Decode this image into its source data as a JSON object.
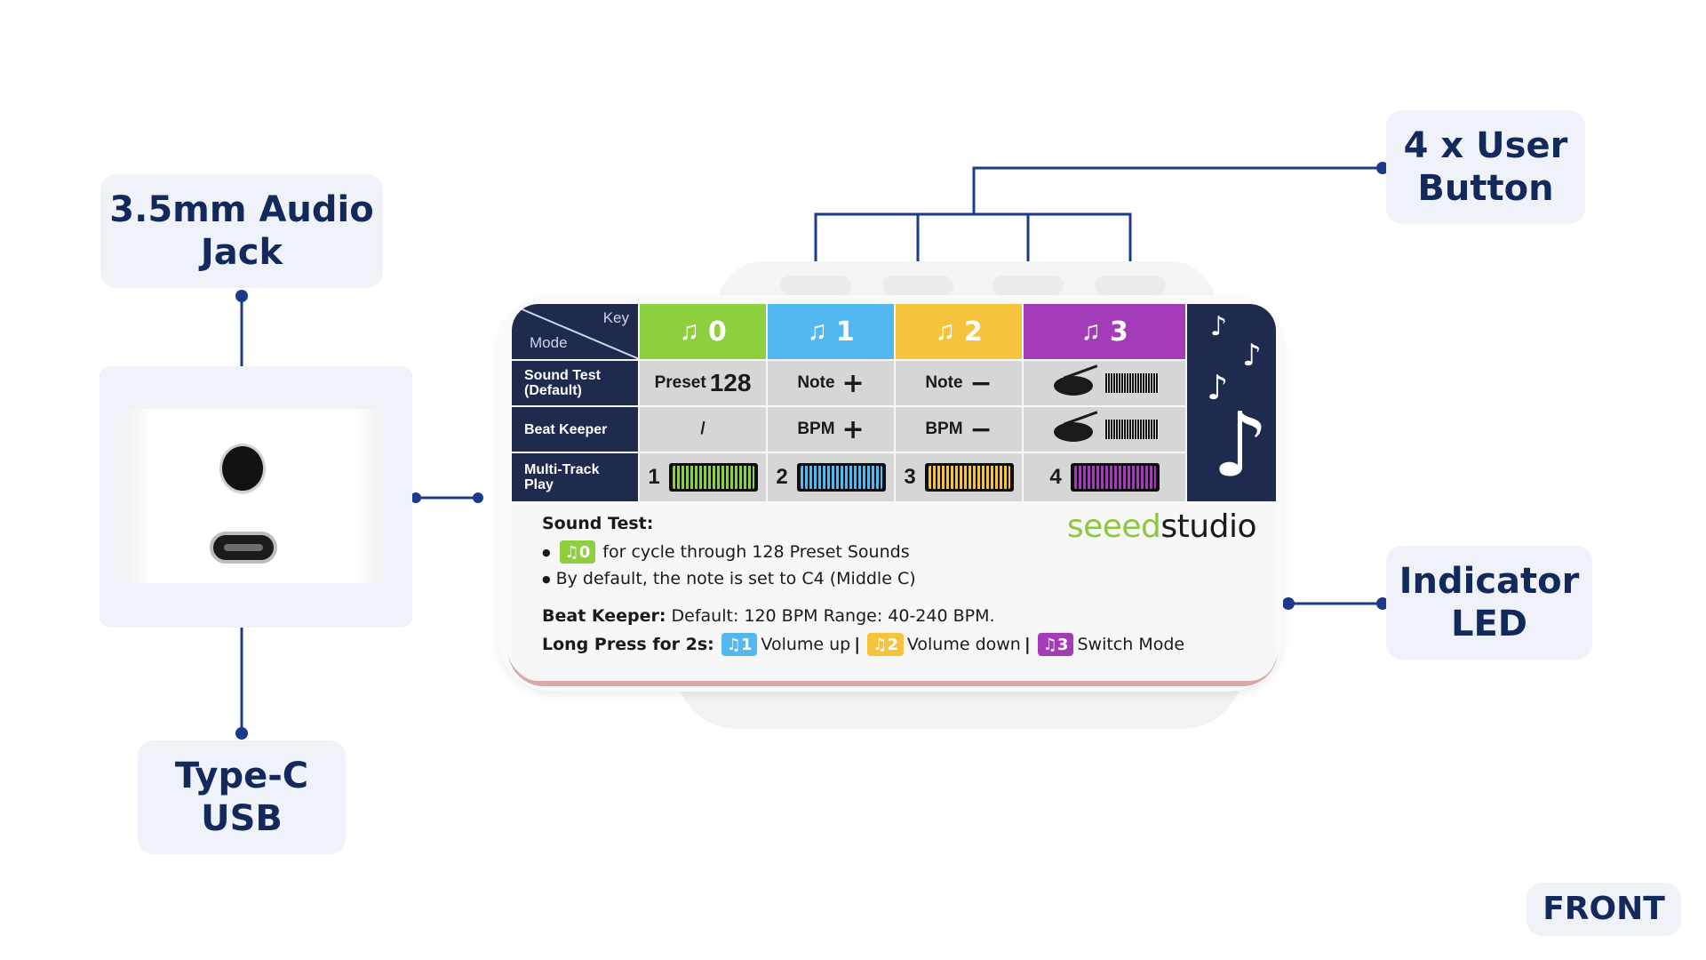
{
  "callouts": {
    "audio_jack": "3.5mm Audio\nJack",
    "type_c": "Type-C\nUSB",
    "user_button": "4 x User\nButton",
    "indicator_led": "Indicator\nLED",
    "view": "FRONT"
  },
  "table": {
    "key_label": "Key",
    "mode_label": "Mode",
    "headers": [
      {
        "glyph": "♫",
        "num": "0"
      },
      {
        "glyph": "♫",
        "num": "1"
      },
      {
        "glyph": "♫",
        "num": "2"
      },
      {
        "glyph": "♫",
        "num": "3"
      }
    ],
    "rows": [
      {
        "mode": "Sound Test\n(Default)",
        "c0_text": "Preset",
        "c0_big": "128",
        "c1_text": "Note",
        "c1_sign": "+",
        "c2_text": "Note",
        "c2_sign": "−"
      },
      {
        "mode": "Beat Keeper",
        "c0_text": "/",
        "c1_text": "BPM",
        "c1_sign": "+",
        "c2_text": "BPM",
        "c2_sign": "−"
      },
      {
        "mode": "Multi-Track\nPlay",
        "t1": "1",
        "t2": "2",
        "t3": "3",
        "t4": "4"
      }
    ],
    "side_notes": [
      "♪",
      "♪",
      "♪",
      "♪"
    ]
  },
  "notes": {
    "sound_test_title": "Sound Test:",
    "bullet_char": "●",
    "chip0": "♫0",
    "bullet1_text": "for cycle through 128 Preset Sounds",
    "bullet2_text": "By default, the note is set to C4 (Middle C)",
    "beat_title": "Beat Keeper:",
    "beat_text": "Default: 120 BPM Range: 40-240 BPM.",
    "long_title": "Long Press for 2s:",
    "chip1": "♫1",
    "vol_up": "Volume up",
    "sep": "|",
    "chip2": "♫2",
    "vol_down": "Volume down",
    "chip3": "♫3",
    "switch_mode": "Switch Mode"
  },
  "brand": {
    "part1": "seeed",
    "part2": "studio"
  },
  "colors": {
    "key0": "#8dcf3c",
    "key1": "#53b8f0",
    "key2": "#f5c43c",
    "key3": "#a43bb8",
    "navy": "#1f2a4f",
    "callout_text": "#13295c",
    "leader_line": "#1c3a8a"
  }
}
